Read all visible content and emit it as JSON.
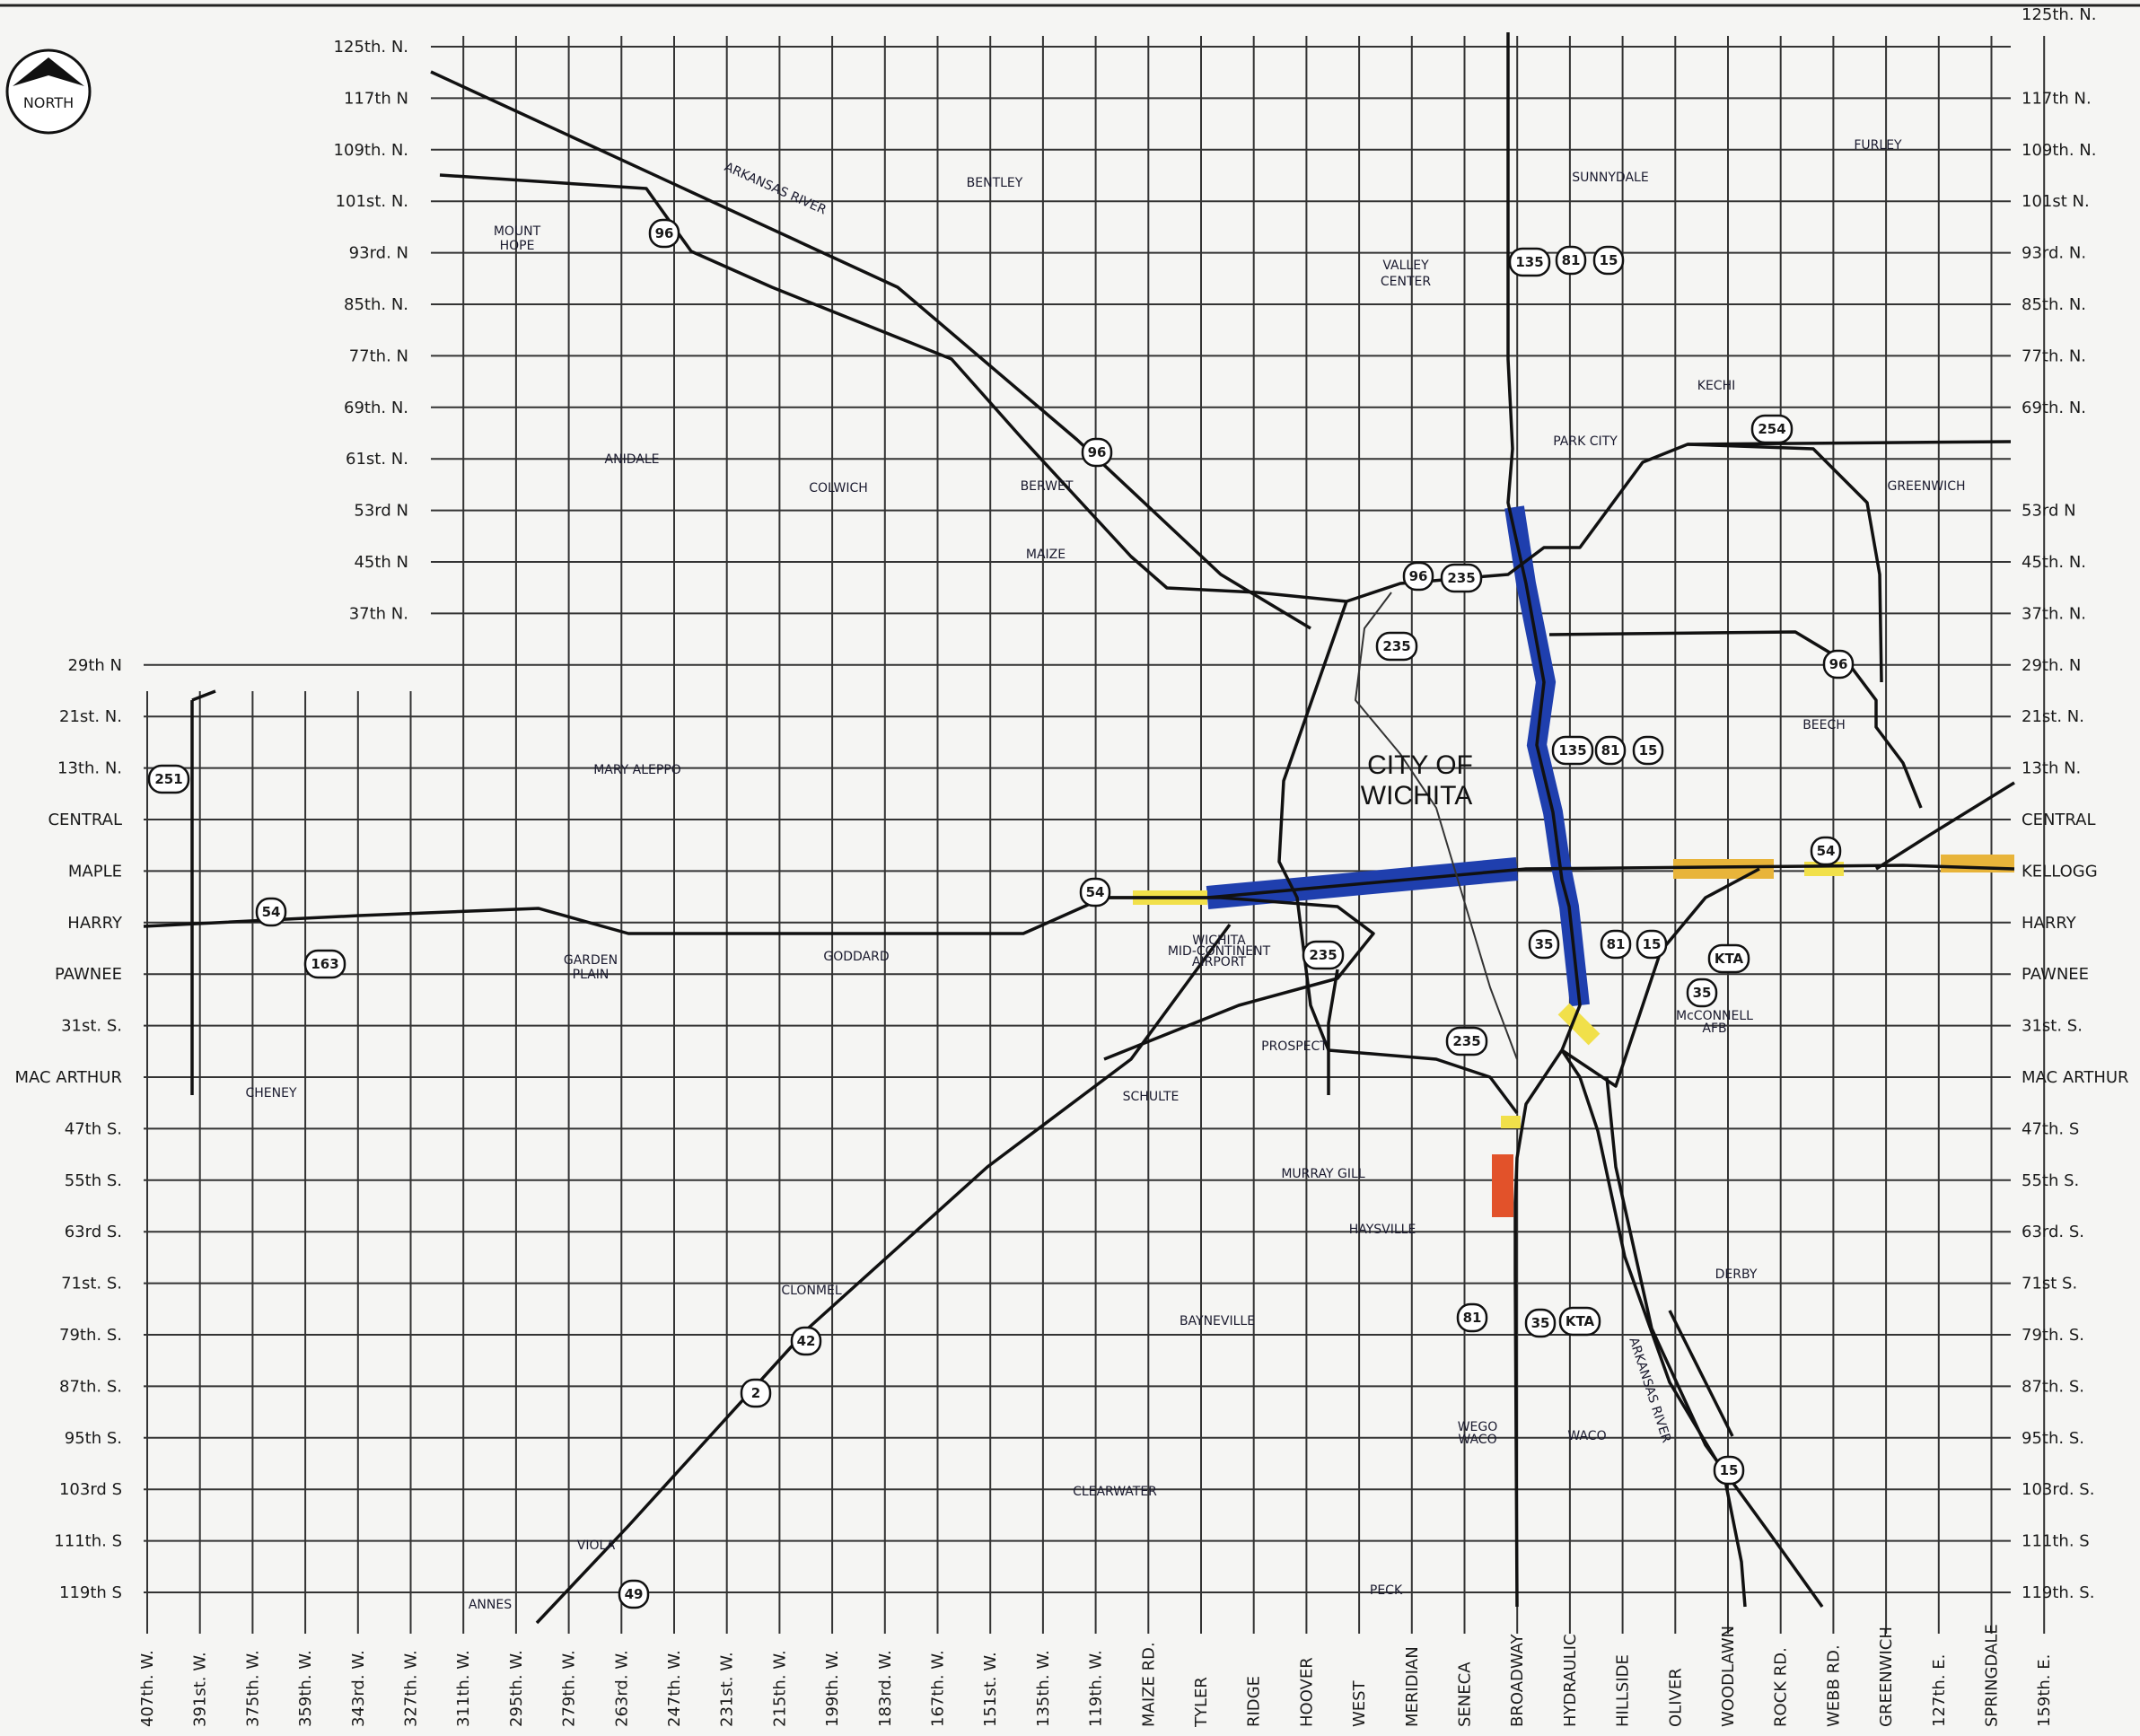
{
  "north_label": "NORTH",
  "city_label": [
    "CITY OF",
    "WICHITA"
  ],
  "ns_left": [
    "125th. N.",
    "117th N",
    "109th. N.",
    "101st. N.",
    "93rd. N",
    "85th. N.",
    "77th. N",
    "69th. N.",
    "61st. N.",
    "53rd N",
    "45th N",
    "37th N.",
    "29th N",
    "21st. N.",
    "13th. N.",
    "CENTRAL",
    "MAPLE",
    "HARRY",
    "PAWNEE",
    "31st. S.",
    "MAC ARTHUR",
    "47th S.",
    "55th S.",
    "63rd S.",
    "71st. S.",
    "79th. S.",
    "87th. S.",
    "95th S.",
    "103rd S",
    "111th. S",
    "119th S"
  ],
  "ns_right": [
    "125th. N.",
    "117th N.",
    "109th. N.",
    "101st N.",
    "93rd. N.",
    "85th. N.",
    "77th. N.",
    "69th. N.",
    "53rd N",
    "45th. N.",
    "37th. N.",
    "29th. N",
    "21st. N.",
    "13th N.",
    "CENTRAL",
    "KELLOGG",
    "HARRY",
    "PAWNEE",
    "31st. S.",
    "MAC ARTHUR",
    "47th. S",
    "55th S.",
    "63rd. S.",
    "71st S.",
    "79th. S.",
    "87th. S.",
    "95th. S.",
    "103rd. S.",
    "111th. S",
    "119th. S."
  ],
  "ew_bottom": [
    "407th. W.",
    "391st. W.",
    "375th. W.",
    "359th. W.",
    "343rd. W.",
    "327th. W.",
    "311th. W.",
    "295th. W.",
    "279th. W.",
    "263rd. W.",
    "247th. W.",
    "231st. W.",
    "215th. W.",
    "199th. W.",
    "183rd. W.",
    "167th. W.",
    "151st. W.",
    "135th. W.",
    "119th. W.",
    "MAIZE RD.",
    "TYLER",
    "RIDGE",
    "HOOVER",
    "WEST",
    "MERIDIAN",
    "SENECA",
    "BROADWAY",
    "HYDRAULIC",
    "HILLSIDE",
    "OLIVER",
    "WOODLAWN",
    "ROCK RD.",
    "WEBB RD.",
    "GREENWICH",
    "127th. E.",
    "SPRINGDALE",
    "159th. E."
  ],
  "towns": [
    {
      "name": "BENTLEY"
    },
    {
      "name": "ARKANSAS RIVER"
    },
    {
      "name": "MOUNT"
    },
    {
      "name": "HOPE"
    },
    {
      "name": "VALLEY"
    },
    {
      "name": "CENTER"
    },
    {
      "name": "SUNNYDALE"
    },
    {
      "name": "FURLEY"
    },
    {
      "name": "KECHI"
    },
    {
      "name": "PARK CITY"
    },
    {
      "name": "GREENWICH"
    },
    {
      "name": "ANIDALE"
    },
    {
      "name": "COLWICH"
    },
    {
      "name": "BERWET"
    },
    {
      "name": "MAIZE"
    },
    {
      "name": "BEECH"
    },
    {
      "name": "MARY ALEPPO"
    },
    {
      "name": "GARDEN"
    },
    {
      "name": "PLAIN"
    },
    {
      "name": "GODDARD"
    },
    {
      "name": "WICHITA"
    },
    {
      "name": "MID-CONTINENT"
    },
    {
      "name": "AIRPORT"
    },
    {
      "name": "PROSPECT"
    },
    {
      "name": "McCONNELL"
    },
    {
      "name": "AFB"
    },
    {
      "name": "CHENEY"
    },
    {
      "name": "SCHULTE"
    },
    {
      "name": "MURRAY GILL"
    },
    {
      "name": "HAYSVILLE"
    },
    {
      "name": "CLONMEL"
    },
    {
      "name": "BAYNEVILLE"
    },
    {
      "name": "DERBY"
    },
    {
      "name": "ARKANSAS RIVER"
    },
    {
      "name": "WEGO"
    },
    {
      "name": "WACO"
    },
    {
      "name": "WACO"
    },
    {
      "name": "CLEARWATER"
    },
    {
      "name": "VIOLA"
    },
    {
      "name": "PECK"
    },
    {
      "name": "ANNES"
    }
  ],
  "shields": [
    {
      "label": "96"
    },
    {
      "label": "135"
    },
    {
      "label": "81"
    },
    {
      "label": "15"
    },
    {
      "label": "254"
    },
    {
      "label": "96"
    },
    {
      "label": "96"
    },
    {
      "label": "235"
    },
    {
      "label": "235"
    },
    {
      "label": "96"
    },
    {
      "label": "135"
    },
    {
      "label": "81"
    },
    {
      "label": "15"
    },
    {
      "label": "251"
    },
    {
      "label": "54"
    },
    {
      "label": "54"
    },
    {
      "label": "54"
    },
    {
      "label": "163"
    },
    {
      "label": "235"
    },
    {
      "label": "35"
    },
    {
      "label": "81"
    },
    {
      "label": "15"
    },
    {
      "label": "KTA"
    },
    {
      "label": "35"
    },
    {
      "label": "235"
    },
    {
      "label": "42"
    },
    {
      "label": "2"
    },
    {
      "label": "81"
    },
    {
      "label": "35"
    },
    {
      "label": "KTA"
    },
    {
      "label": "15"
    },
    {
      "label": "49"
    }
  ],
  "highlight_colors": {
    "widening": "#1f3fae",
    "yellow": "#f1e04a",
    "orange": "#e8b43a",
    "red": "#e2522a"
  }
}
